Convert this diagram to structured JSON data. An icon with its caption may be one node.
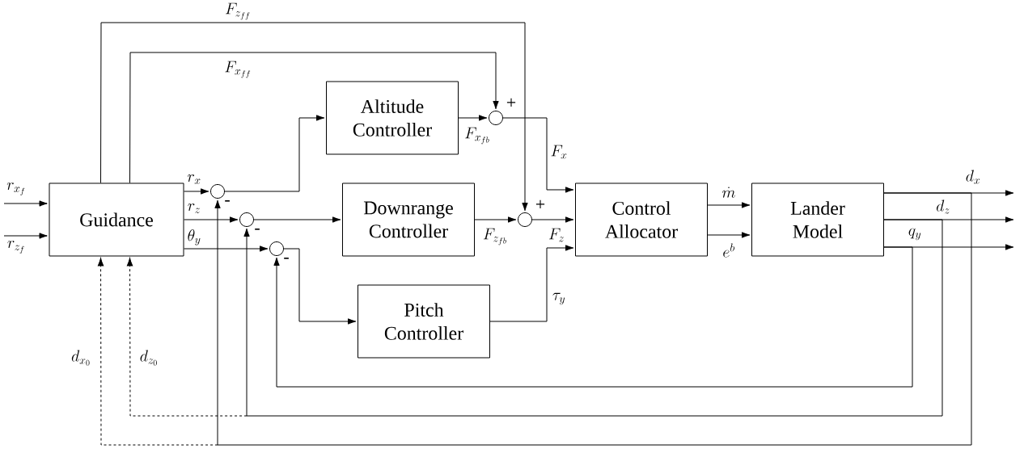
{
  "diagram": {
    "nodes": [
      {
        "text": [
          "Guidance"
        ]
      },
      {
        "text": [
          "Altitude Controller"
        ]
      },
      {
        "text": [
          "Downrange Controller"
        ]
      },
      {
        "text": [
          "Pitch Controller"
        ]
      },
      {
        "text": [
          "Control Allocator"
        ]
      },
      {
        "text": [
          "Lander Model"
        ]
      },
      {
        "text": [],
        "shape": "circle",
        "beside": [
          "-"
        ]
      },
      {
        "text": [],
        "shape": "circle",
        "beside": [
          "-"
        ]
      },
      {
        "text": [],
        "shape": "circle",
        "beside": [
          "-"
        ]
      },
      {
        "text": [],
        "shape": "circle",
        "beside": [
          "+"
        ]
      },
      {
        "text": [],
        "shape": "circle",
        "beside": [
          "+"
        ]
      }
    ],
    "edges": [
      {
        "from": null,
        "to": 0,
        "arrow": "to",
        "label": "r_{x_f}"
      },
      {
        "from": null,
        "to": 0,
        "arrow": "to",
        "label": "r_{z_f}"
      },
      {
        "from": 0,
        "to": 6,
        "arrow": "to",
        "label": "r_x"
      },
      {
        "from": 0,
        "to": 7,
        "arrow": "to",
        "label": "r_z"
      },
      {
        "from": 0,
        "to": 8,
        "arrow": "to",
        "label": "\\theta_y"
      },
      {
        "from": 6,
        "to": 1,
        "arrow": "to"
      },
      {
        "from": 7,
        "to": 2,
        "arrow": "to"
      },
      {
        "from": 8,
        "to": 3,
        "arrow": "to"
      },
      {
        "from": 1,
        "to": 9,
        "arrow": "to",
        "label": "F_{x_{fb}}"
      },
      {
        "from": 2,
        "to": 10,
        "arrow": "to",
        "label": "F_{z_{fb}}"
      },
      {
        "from": 0,
        "to": 9,
        "arrow": "to",
        "label": "F_{x_{ff}}"
      },
      {
        "from": 0,
        "to": 10,
        "arrow": "to",
        "label": "F_{z_{ff}}"
      },
      {
        "from": 9,
        "to": 4,
        "arrow": "to",
        "label": "F_x"
      },
      {
        "from": 10,
        "to": 4,
        "arrow": "to",
        "label": "F_z"
      },
      {
        "from": 3,
        "to": 4,
        "arrow": "to",
        "label": "\\tau_y"
      },
      {
        "from": 4,
        "to": 5,
        "arrow": "to",
        "label": "\\dot{m}"
      },
      {
        "from": 4,
        "to": 5,
        "arrow": "to",
        "label": "e^b"
      },
      {
        "from": 5,
        "to": null,
        "arrow": "to",
        "label": "d_x"
      },
      {
        "from": 5,
        "to": null,
        "arrow": "to",
        "label": "d_z"
      },
      {
        "from": 5,
        "to": null,
        "arrow": "to",
        "label": "q_y"
      },
      {
        "from": 5,
        "to": 8,
        "arrow": "to"
      },
      {
        "from": 5,
        "to": 7,
        "arrow": "to"
      },
      {
        "from": 5,
        "to": 6,
        "arrow": "to"
      },
      {
        "from": null,
        "to": 0,
        "arrow": "to",
        "style": "dashed",
        "label": "d_{z_0}"
      },
      {
        "from": null,
        "to": 0,
        "arrow": "to",
        "style": "dashed",
        "label": "d_{x_0}"
      }
    ]
  }
}
